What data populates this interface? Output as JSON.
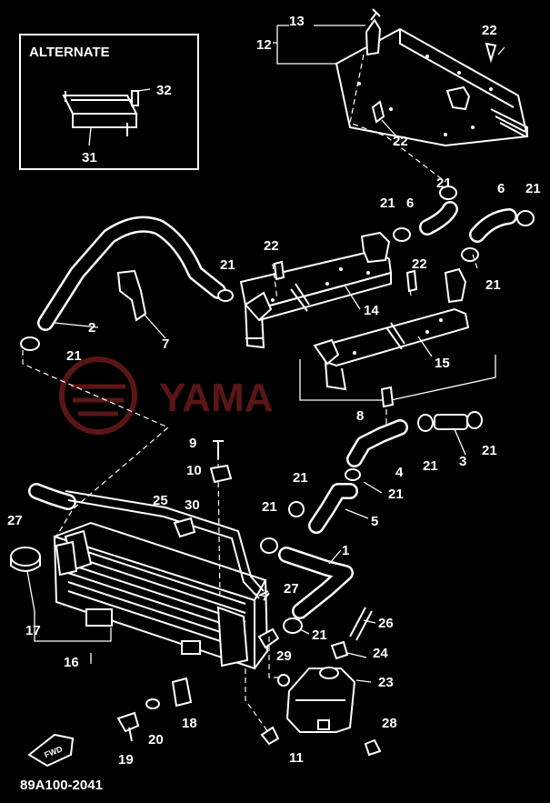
{
  "diagram": {
    "alternate_title": "ALTERNATE",
    "watermark_text": "YAMA",
    "figure_code": "89A100-2041",
    "fwd_label": "FWD",
    "callouts": [
      "1",
      "2",
      "3",
      "4",
      "5",
      "6",
      "6",
      "7",
      "8",
      "9",
      "10",
      "11",
      "12",
      "13",
      "14",
      "15",
      "16",
      "17",
      "18",
      "19",
      "20",
      "21",
      "21",
      "21",
      "21",
      "21",
      "21",
      "21",
      "21",
      "21",
      "21",
      "21",
      "21",
      "22",
      "22",
      "22",
      "22",
      "23",
      "24",
      "25",
      "26",
      "27",
      "27",
      "28",
      "29",
      "30",
      "31",
      "32"
    ]
  },
  "colors": {
    "background": "#000000",
    "line": "#ffffff",
    "watermark": "#c83232"
  }
}
